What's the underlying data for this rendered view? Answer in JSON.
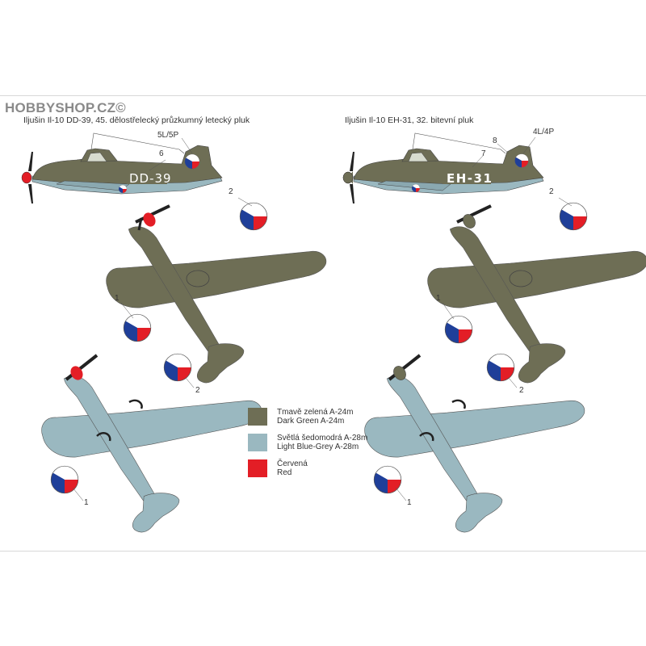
{
  "watermark": "HOBBYSHOP.CZ©",
  "colors": {
    "dark_green": "#6e6e55",
    "light_blue_grey": "#9ab8c0",
    "red": "#e31e26",
    "roundel_blue": "#1f3f99",
    "roundel_white": "#ffffff"
  },
  "profiles": [
    {
      "caption": "Iljušin Il-10 DD-39, 45. dělostřelecký průzkumný letecký pluk",
      "code": "DD-39",
      "callouts": {
        "fuselage_roundel": "5L/5P",
        "fuselage_code": "6",
        "upper_wing": "2",
        "lower_wing_left": "1",
        "lower_wing_right": "2",
        "upper_wing_left": "1"
      }
    },
    {
      "caption": "Iljušin Il-10 EH-31, 32. bitevní pluk",
      "code": "EH-31",
      "callouts": {
        "fuselage_roundel": "4L/4P",
        "tail": "8",
        "fuselage_code": "7",
        "upper_wing": "2",
        "lower_wing_left": "1",
        "lower_wing_right": "2",
        "upper_wing_left": "1"
      }
    }
  ],
  "legend": [
    {
      "line1": "Tmavě zelená A-24m",
      "line2": "Dark Green A-24m",
      "color": "#6e6e55"
    },
    {
      "line1": "Světlá šedomodrá A-28m",
      "line2": "Light Blue-Grey A-28m",
      "color": "#9ab8c0"
    },
    {
      "line1": "Červená",
      "line2": "Red",
      "color": "#e31e26"
    }
  ]
}
